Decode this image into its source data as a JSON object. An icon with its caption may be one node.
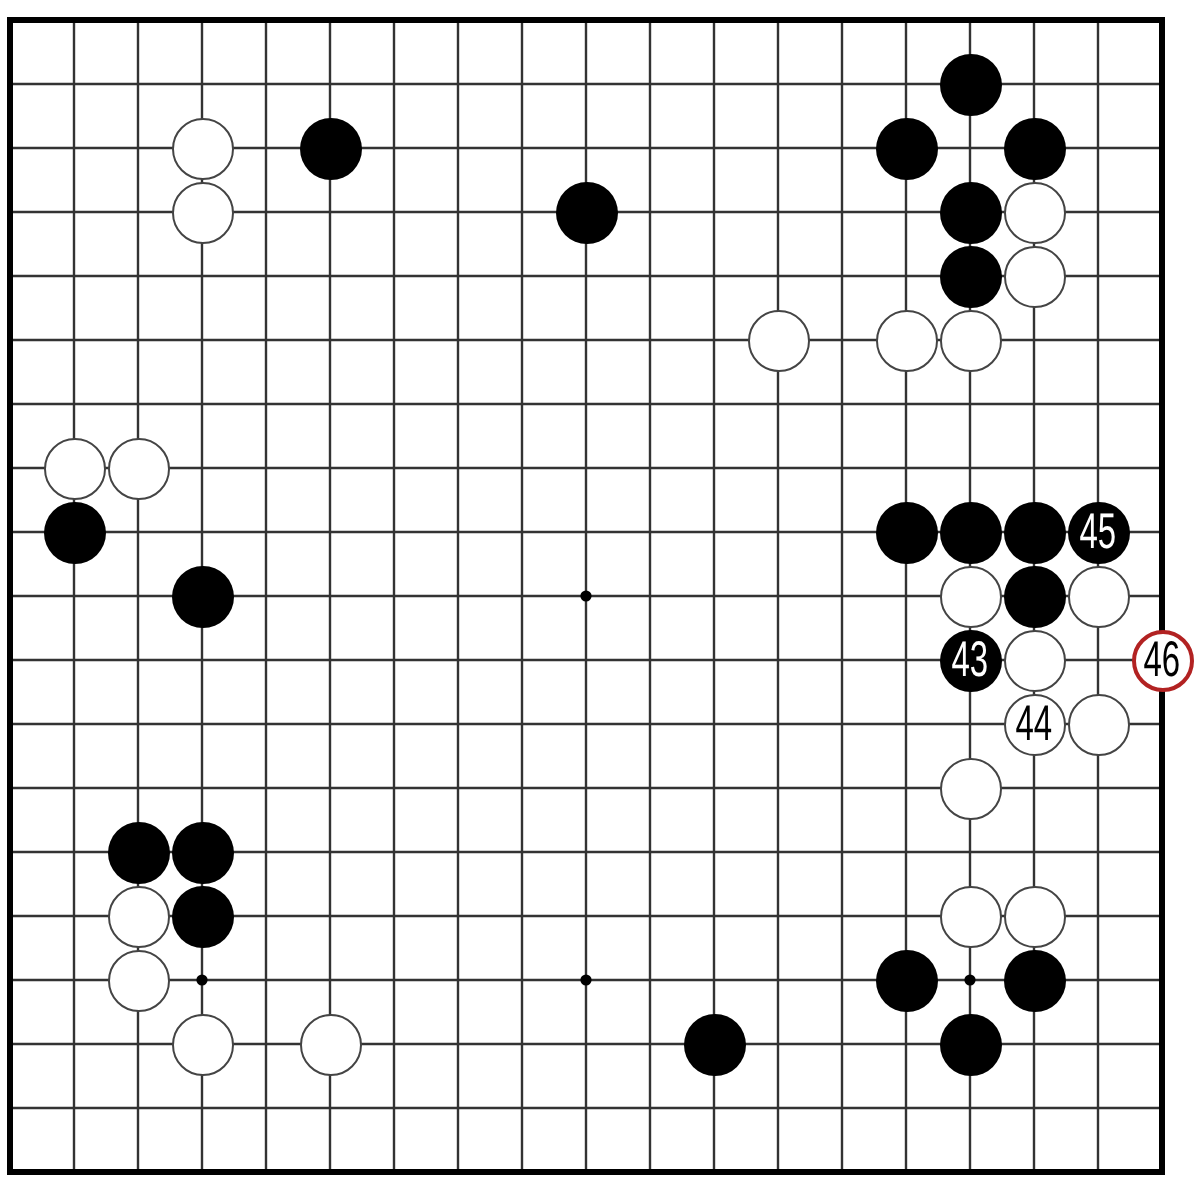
{
  "diagram": {
    "nodes": [
      {
        "text": [],
        "shape": "circle"
      },
      {
        "text": [],
        "shape": "circle"
      },
      {
        "text": [],
        "shape": "circle"
      },
      {
        "text": [],
        "shape": "circle"
      },
      {
        "text": [],
        "shape": "circle"
      },
      {
        "text": [],
        "shape": "circle"
      },
      {
        "text": [],
        "shape": "circle"
      },
      {
        "text": [],
        "shape": "circle"
      },
      {
        "text": [],
        "shape": "circle"
      },
      {
        "text": [],
        "shape": "circle"
      },
      {
        "text": [],
        "shape": "circle"
      },
      {
        "text": [],
        "shape": "circle"
      },
      {
        "text": [],
        "shape": "circle"
      },
      {
        "text": [],
        "shape": "circle"
      },
      {
        "text": [],
        "shape": "circle"
      },
      {
        "text": [],
        "shape": "circle"
      },
      {
        "text": [],
        "shape": "circle"
      },
      {
        "text": [],
        "shape": "circle"
      },
      {
        "text": [],
        "shape": "circle"
      },
      {
        "text": [],
        "shape": "circle"
      },
      {
        "text": [
          "45"
        ]
      },
      {
        "text": [],
        "shape": "circle"
      },
      {
        "text": [],
        "shape": "circle"
      },
      {
        "text": [],
        "shape": "circle"
      },
      {
        "text": [],
        "shape": "circle"
      },
      {
        "text": [
          "43"
        ]
      },
      {
        "text": [],
        "shape": "circle"
      },
      {
        "text": [
          "46"
        ]
      },
      {
        "text": [
          "44"
        ]
      },
      {
        "text": [],
        "shape": "circle"
      },
      {
        "text": [],
        "shape": "circle"
      },
      {
        "text": [],
        "shape": "circle"
      },
      {
        "text": [],
        "shape": "circle"
      },
      {
        "text": [],
        "shape": "circle"
      },
      {
        "text": [],
        "shape": "circle"
      },
      {
        "text": [],
        "shape": "circle"
      },
      {
        "text": [],
        "shape": "circle"
      },
      {
        "text": [],
        "shape": "circle"
      },
      {
        "text": [],
        "shape": "circle"
      },
      {
        "text": [],
        "shape": "circle"
      },
      {
        "text": [],
        "shape": "circle"
      },
      {
        "text": [],
        "shape": "circle"
      },
      {
        "text": [],
        "shape": "circle"
      },
      {
        "text": [],
        "shape": "circle"
      }
    ],
    "edges": []
  }
}
